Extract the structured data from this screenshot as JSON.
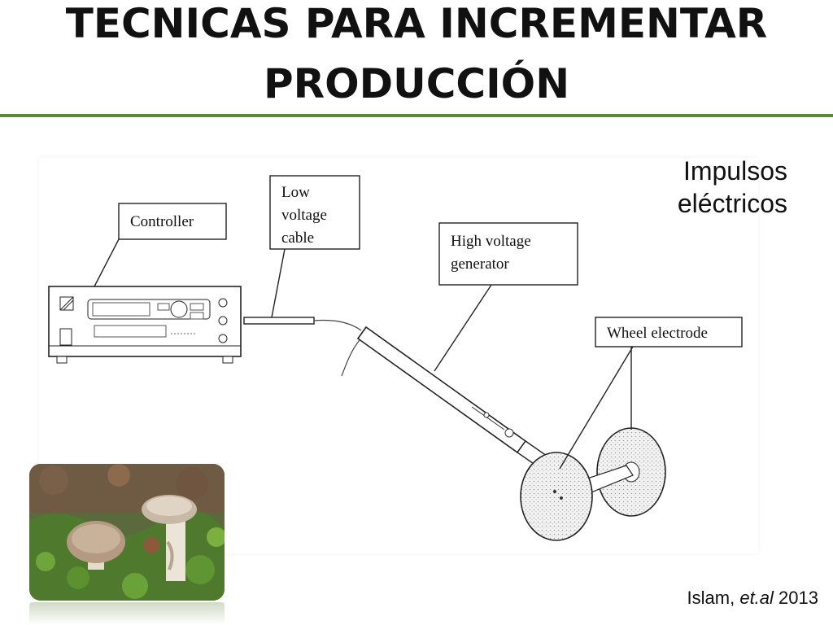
{
  "slide": {
    "title_line1": "TECNICAS PARA INCREMENTAR",
    "title_line2": "PRODUCCIÓN",
    "side_note_line1": "Impulsos",
    "side_note_line2": "eléctricos",
    "citation_author": "Islam,",
    "citation_etal": "et.al",
    "citation_year": "2013",
    "accent_color": "#5a8a3a"
  },
  "diagram": {
    "labels": {
      "controller": "Controller",
      "low_voltage_1": "Low",
      "low_voltage_2": "voltage",
      "low_voltage_3": "cable",
      "high_voltage_1": "High voltage",
      "high_voltage_2": "generator",
      "wheel_electrode": "Wheel electrode"
    }
  }
}
